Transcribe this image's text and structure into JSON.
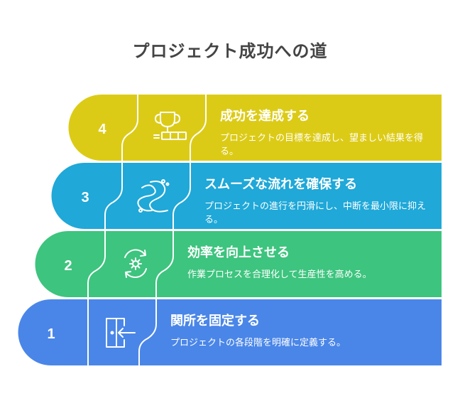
{
  "title": "プロジェクト成功への道",
  "steps": [
    {
      "number": "1",
      "heading": "関所を固定する",
      "description": "プロジェクトの各段階を明確に定義する。",
      "color": "#4A86E8",
      "icon": "exit-door-icon"
    },
    {
      "number": "2",
      "heading": "効率を向上させる",
      "description": "作業プロセスを合理化して生産性を高める。",
      "color": "#3DC47E",
      "icon": "gear-cycle-icon"
    },
    {
      "number": "3",
      "heading": "スムーズな流れを確保する",
      "description": "プロジェクトの進行を円滑にし、中断を最小限に抑える。",
      "color": "#1FA8D8",
      "icon": "winding-road-icon"
    },
    {
      "number": "4",
      "heading": "成功を達成する",
      "description": "プロジェクトの目標を達成し、望ましい結果を得る。",
      "color": "#DCCB16",
      "icon": "trophy-icon"
    }
  ]
}
